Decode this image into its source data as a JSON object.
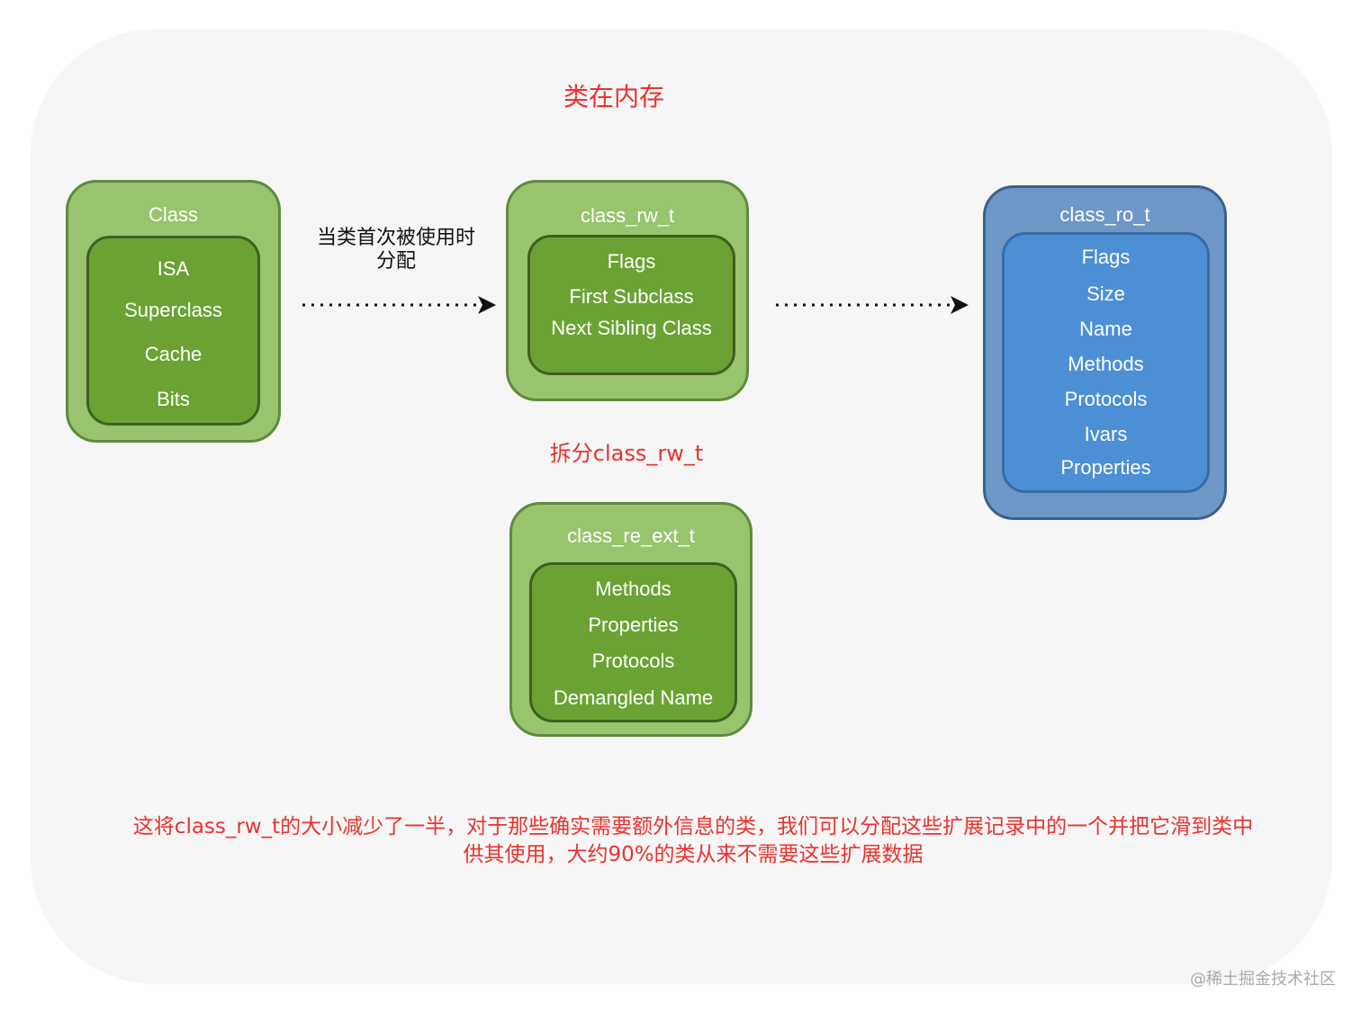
{
  "title": "类在内存",
  "class_box": {
    "title": "Class",
    "fields": [
      "ISA",
      "Superclass",
      "Cache",
      "Bits"
    ]
  },
  "arrow_label": {
    "line1": "当类首次被使用时",
    "line2": "分配"
  },
  "rw_box": {
    "title": "class_rw_t",
    "fields": [
      "Flags",
      "First Subclass",
      "Next Sibling Class"
    ]
  },
  "split_label": "拆分class_rw_t",
  "ext_box": {
    "title": "class_re_ext_t",
    "fields": [
      "Methods",
      "Properties",
      "Protocols",
      "Demangled Name"
    ]
  },
  "ro_box": {
    "title": "class_ro_t",
    "fields": [
      "Flags",
      "Size",
      "Name",
      "Methods",
      "Protocols",
      "Ivars",
      "Properties"
    ]
  },
  "note": {
    "line1": "这将class_rw_t的大小减少了一半，对于那些确实需要额外信息的类，我们可以分配这些扩展记录中的一个并把它滑到类中",
    "line2": "供其使用，大约90%的类从来不需要这些扩展数据"
  },
  "watermark": "@稀土掘金技术社区",
  "colors": {
    "green_outer": "#97c46d",
    "green_inner": "#6aa334",
    "blue_outer": "#6d97c6",
    "blue_inner": "#4d8fd5",
    "accent_red": "#e8332f"
  }
}
